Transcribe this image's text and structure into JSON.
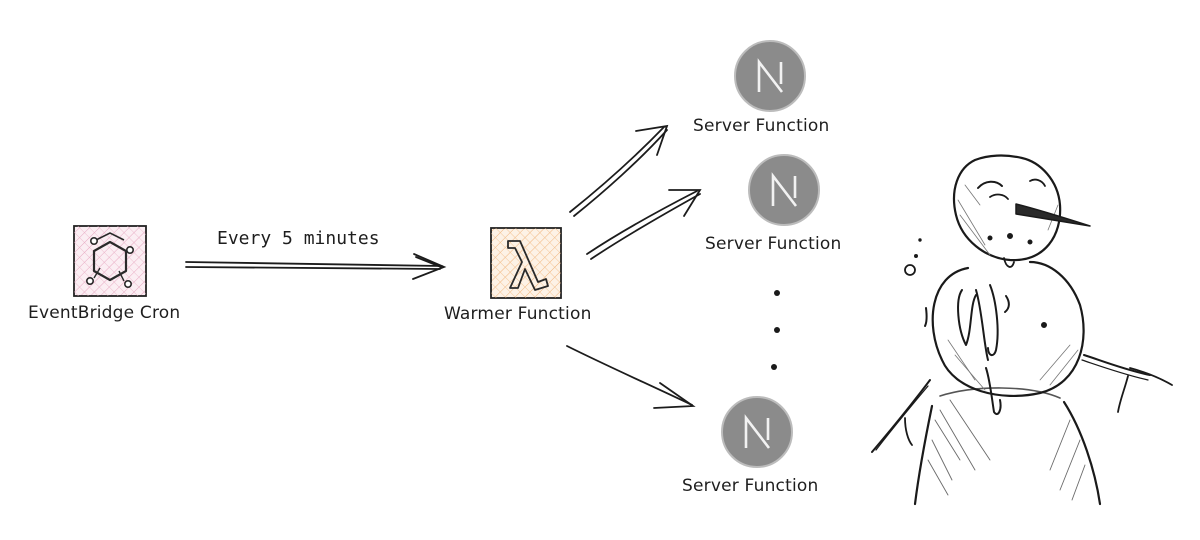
{
  "nodes": {
    "eventbridge": {
      "label": "EventBridge Cron",
      "icon": "eventbridge-icon",
      "color": "#e7157b"
    },
    "warmer": {
      "label": "Warmer Function",
      "icon": "lambda-icon",
      "color": "#ed7100"
    },
    "servers": [
      {
        "label": "Server Function",
        "icon": "nextjs-icon"
      },
      {
        "label": "Server Function",
        "icon": "nextjs-icon"
      },
      {
        "label": "Server Function",
        "icon": "nextjs-icon"
      }
    ]
  },
  "edges": {
    "cron_to_warmer": {
      "label": "Every 5 minutes"
    }
  },
  "illustration": {
    "name": "melting-snowman-sketch"
  }
}
